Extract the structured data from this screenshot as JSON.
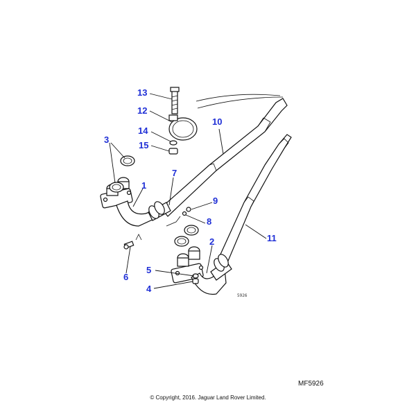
{
  "diagram": {
    "callouts": [
      {
        "id": "13",
        "label": "13"
      },
      {
        "id": "12",
        "label": "12"
      },
      {
        "id": "14",
        "label": "14"
      },
      {
        "id": "15",
        "label": "15"
      },
      {
        "id": "10",
        "label": "10"
      },
      {
        "id": "3",
        "label": "3"
      },
      {
        "id": "7",
        "label": "7"
      },
      {
        "id": "1",
        "label": "1"
      },
      {
        "id": "9",
        "label": "9"
      },
      {
        "id": "8",
        "label": "8"
      },
      {
        "id": "2",
        "label": "2"
      },
      {
        "id": "11",
        "label": "11"
      },
      {
        "id": "6",
        "label": "6"
      },
      {
        "id": "5",
        "label": "5"
      },
      {
        "id": "4",
        "label": "4"
      }
    ],
    "drawing_number": "5926",
    "reference_code": "MF5926",
    "copyright": "© Copyright, 2016. Jaguar Land Rover Limited.",
    "callout_color": "#1f2fd6"
  }
}
